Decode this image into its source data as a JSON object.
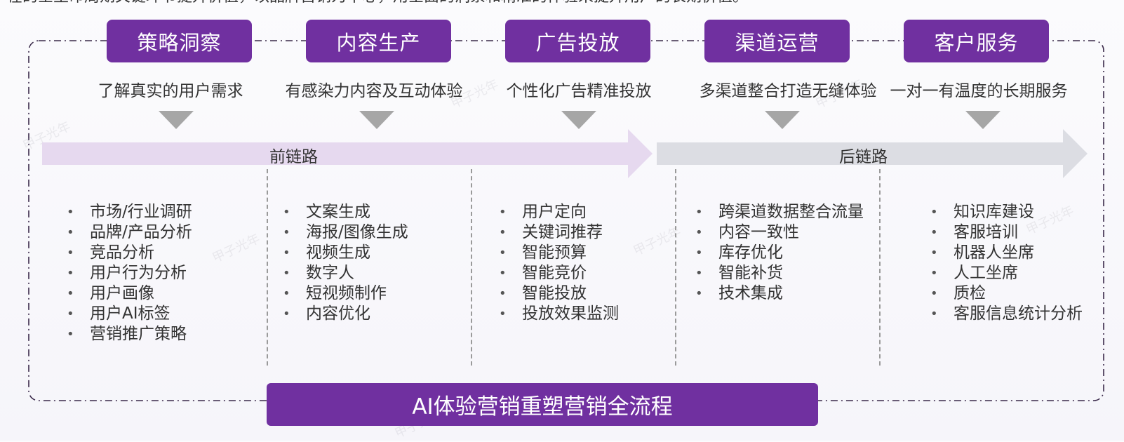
{
  "top_text": "在的全生命周期关键环节提升价值，以品牌营销为中心，用全面的洞察和精准的体验来提升用户的长期价值。",
  "stages": [
    {
      "label": "策略洞察",
      "desc": "了解真实的用户需求"
    },
    {
      "label": "内容生产",
      "desc": "有感染力内容及互动体验"
    },
    {
      "label": "广告投放",
      "desc": "个性化广告精准投放"
    },
    {
      "label": "渠道运营",
      "desc": "多渠道整合打造无缝体验"
    },
    {
      "label": "客户服务",
      "desc": "一对一有温度的长期服务"
    }
  ],
  "front_chain": "前链路",
  "back_chain": "后链路",
  "lists": [
    [
      "市场/行业调研",
      "品牌/产品分析",
      "竞品分析",
      "用户行为分析",
      "用户画像",
      "用户AI标签",
      "营销推广策略"
    ],
    [
      "文案生成",
      "海报/图像生成",
      "视频生成",
      "数字人",
      "短视频制作",
      "内容优化"
    ],
    [
      "用户定向",
      "关键词推荐",
      "智能预算",
      "智能竞价",
      "智能投放",
      "投放效果监测"
    ],
    [
      "跨渠道数据整合流量",
      "内容一致性",
      "库存优化",
      "智能补货",
      "技术集成"
    ],
    [
      "知识库建设",
      "客服培训",
      "机器人坐席",
      "人工坐席",
      "质检",
      "客服信息统计分析"
    ]
  ],
  "bottom_banner": "AI体验营销重塑营销全流程",
  "watermark": "甲子光年",
  "colors": {
    "accent": "#7030a0",
    "front_band": "#e6d9ef",
    "back_band": "#dcdde3",
    "triangle": "#a6a6a6",
    "frame_line": "#3a2a4a"
  }
}
